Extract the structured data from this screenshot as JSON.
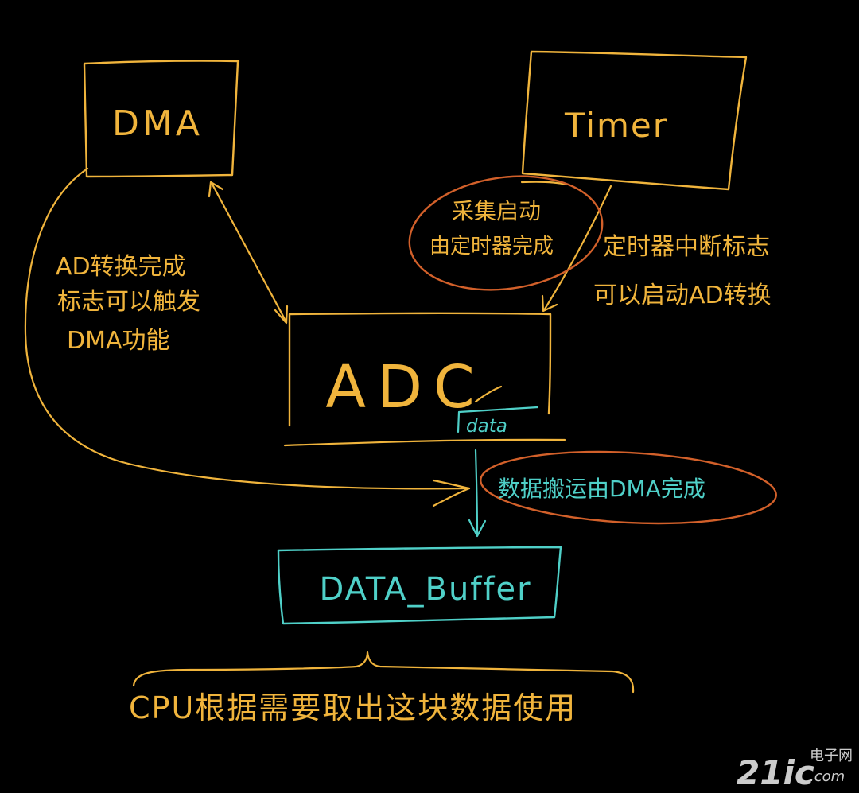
{
  "colors": {
    "background": "#000000",
    "yellow": "#f0b43c",
    "cyan": "#4fd0c8",
    "orange": "#d2602a",
    "watermark": "#e9e9e9"
  },
  "blocks": {
    "dma": "DMA",
    "timer": "Timer",
    "adc": "ADC",
    "adc_data": "data",
    "data_buffer": "DATA_Buffer"
  },
  "notes": {
    "ad_complete": [
      "AD转换完成",
      "标志可以触发",
      "DMA功能"
    ],
    "timer_trigger": [
      "定时器中断标志",
      "可以启动AD转换"
    ],
    "start_by_timer": [
      "采集启动",
      "由定时器完成"
    ],
    "dma_transfer": "数据搬运由DMA完成",
    "cpu_use": "CPU根据需要取出这块数据使用"
  },
  "watermark": {
    "number": "21ic",
    "text": "电子网",
    "domain": ".com"
  }
}
